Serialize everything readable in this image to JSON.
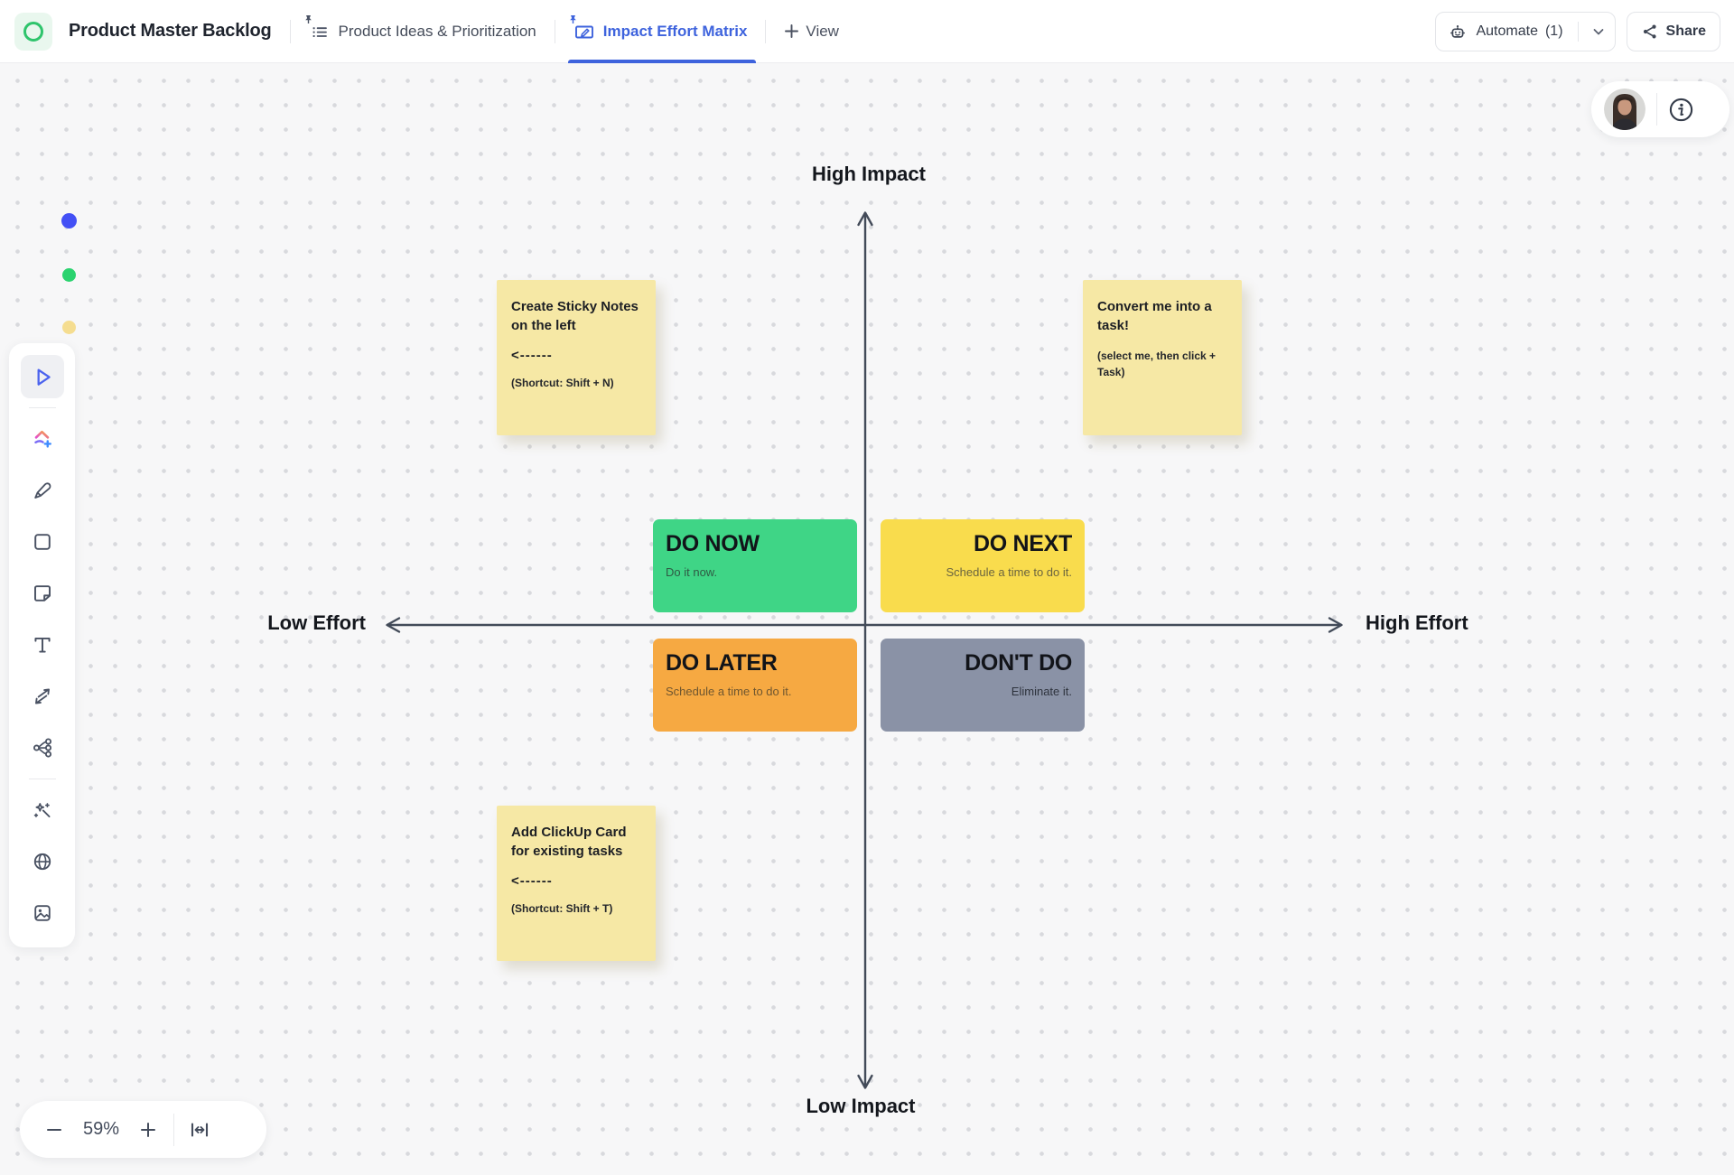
{
  "header": {
    "app_title": "Product Master Backlog",
    "tabs": [
      {
        "label": "Product Ideas & Prioritization",
        "icon": "list-view-icon",
        "active": false
      },
      {
        "label": "Impact Effort Matrix",
        "icon": "whiteboard-view-icon",
        "active": true
      }
    ],
    "view_label": "View",
    "automate_label": "Automate",
    "automate_count": "(1)",
    "share_label": "Share",
    "accent_color": "#3e63dd"
  },
  "toolbar": {
    "tools": [
      "select-cursor",
      "magic-sketch",
      "highlighter",
      "shape",
      "sticky-note",
      "text",
      "connector-arrows",
      "mind-map",
      "magic-wand",
      "web-embed",
      "image"
    ],
    "active_tool": "select-cursor",
    "tool_dot_colors": {
      "highlighter": "#4350f5",
      "shape": "#2bd36f",
      "sticky_note": "#f5dd90"
    }
  },
  "zoom_controls": {
    "zoom_level": "59%"
  },
  "canvas": {
    "axes": {
      "top": "High Impact",
      "bottom": "Low Impact",
      "left": "Low Effort",
      "right": "High Effort"
    },
    "quadrants": [
      {
        "title": "DO NOW",
        "subtitle": "Do it now.",
        "color": "#3fd586"
      },
      {
        "title": "DO NEXT",
        "subtitle": "Schedule a time to do it.",
        "color": "#f9dc4d"
      },
      {
        "title": "DO LATER",
        "subtitle": "Schedule a time to do it.",
        "color": "#f6a942"
      },
      {
        "title": "DON'T DO",
        "subtitle": "Eliminate it.",
        "color": "#8a92a6"
      }
    ],
    "sticky_notes": [
      {
        "title": "Create Sticky Notes on the left",
        "arrow": "<------",
        "note": "(Shortcut: Shift + N)"
      },
      {
        "title": "Convert me into a task!",
        "arrow": "",
        "note": "(select me, then click + Task)"
      },
      {
        "title": "Add ClickUp Card for existing tasks",
        "arrow": "<------",
        "note": "(Shortcut: Shift + T)"
      }
    ],
    "sticky_color": "#f6e8a5"
  }
}
